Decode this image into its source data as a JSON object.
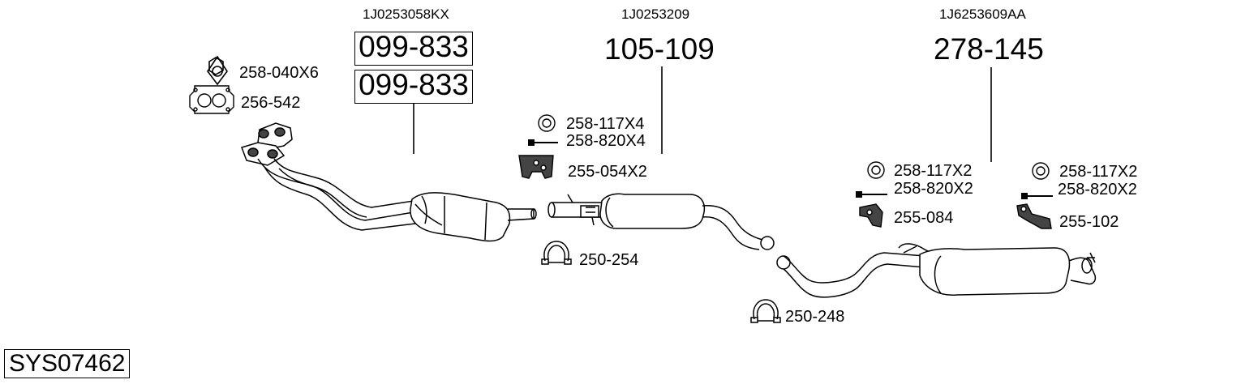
{
  "system_code": "SYS07462",
  "sections": {
    "front": {
      "oem": "1J0253058KX",
      "parts": [
        "099-833",
        "099-833"
      ]
    },
    "middle": {
      "oem": "1J0253209",
      "part": "105-109"
    },
    "rear": {
      "oem": "1J6253609AA",
      "part": "278-145"
    }
  },
  "labels": {
    "nut": "258-040X6",
    "flange_gasket": "256-542",
    "mid_ring": "258-117X4",
    "mid_bolt": "258-820X4",
    "mid_hanger": "255-054X2",
    "mid_clamp": "250-254",
    "rear_ring_a": "258-117X2",
    "rear_bolt_a": "258-820X2",
    "rear_hanger_a": "255-084",
    "rear_clamp": "250-248",
    "rear_ring_b": "258-117X2",
    "rear_bolt_b": "258-820X2",
    "rear_hanger_b": "255-102"
  }
}
